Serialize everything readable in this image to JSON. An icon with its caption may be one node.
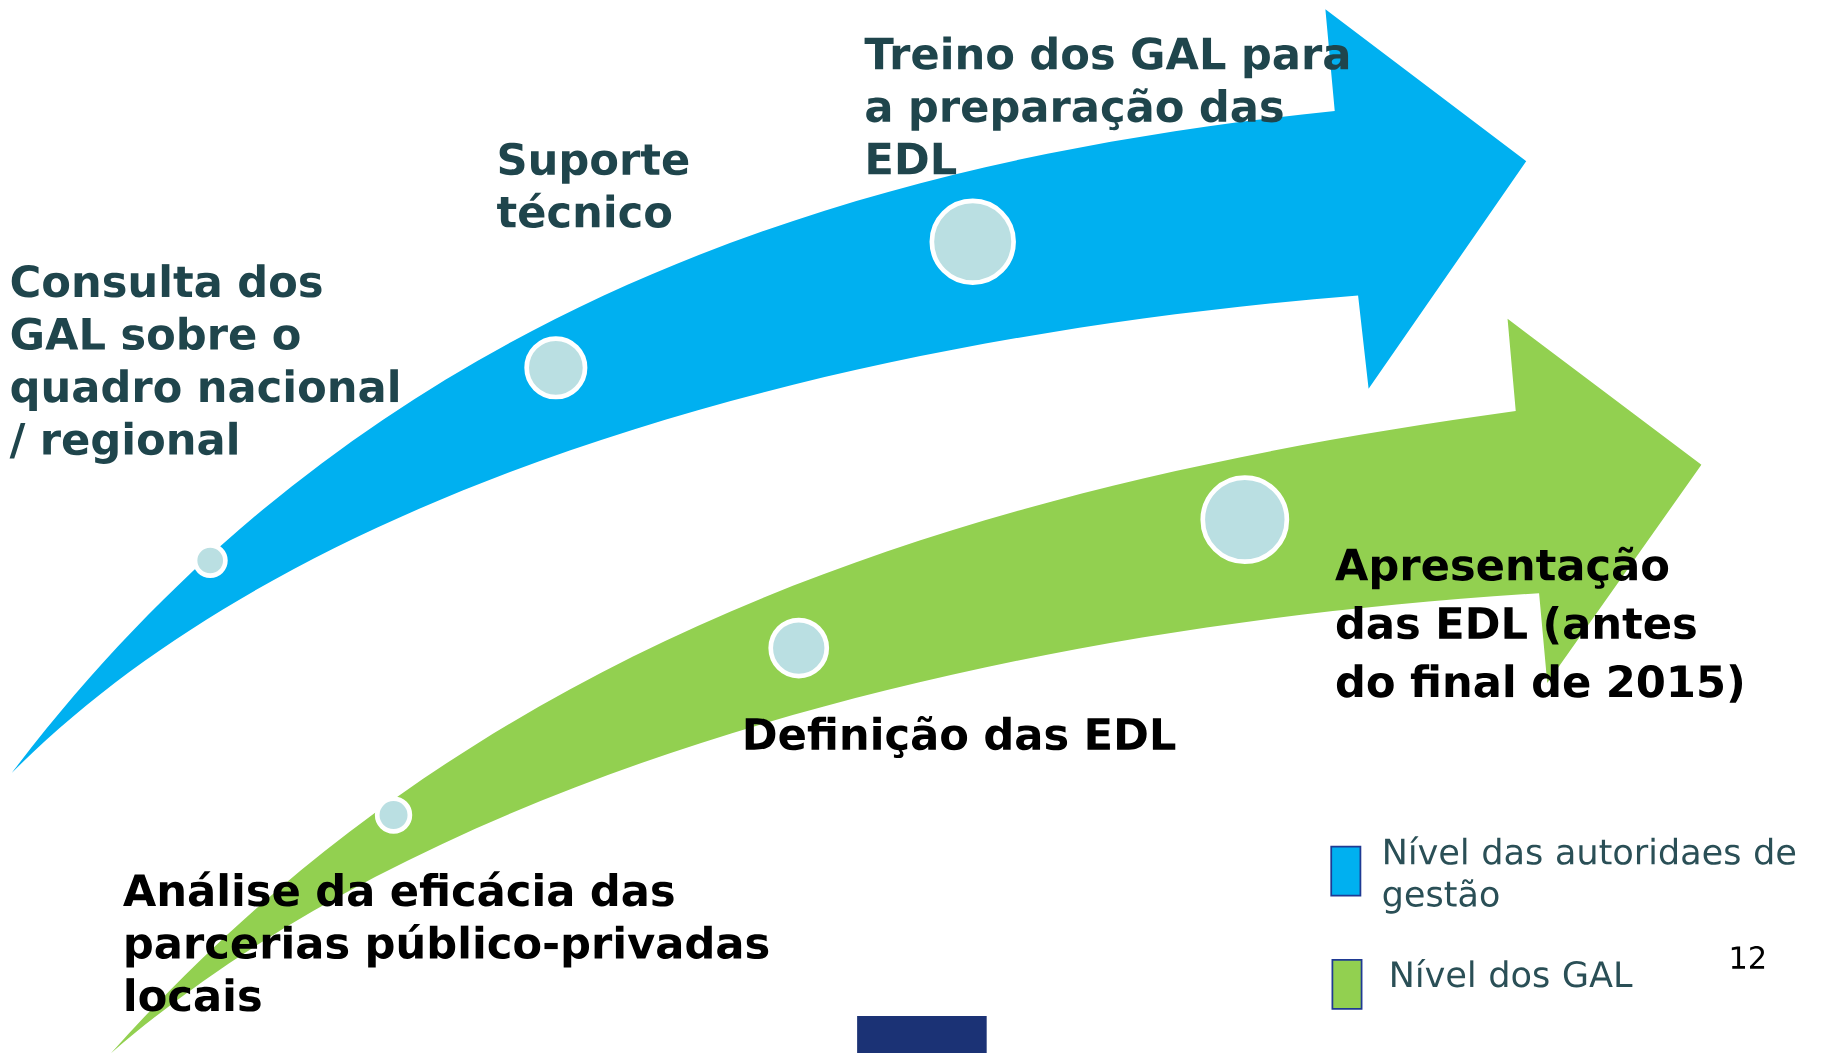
{
  "diagram": {
    "nodes": [
      {
        "text": [],
        "shape": "circle",
        "beside": [
          "Consulta dos GAL sobre o quadro nacional / regional"
        ]
      },
      {
        "text": [],
        "shape": "circle",
        "beside": [
          "Suporte técnico"
        ]
      },
      {
        "text": [],
        "shape": "circle",
        "beside": [
          "Treino dos GAL para a preparação das EDL"
        ]
      },
      {
        "text": [],
        "shape": "circle",
        "beside": [
          "Análise da eficácia das parcerias público-privadas locais"
        ]
      },
      {
        "text": [],
        "shape": "circle",
        "beside": [
          "Definição das EDL"
        ]
      },
      {
        "text": [],
        "shape": "circle",
        "beside": [
          "Apresentação das EDL (antes do final de 2015)"
        ]
      }
    ],
    "labels": [
      "12"
    ],
    "legend": [
      {
        "text": "Nível das autoridaes de gestão",
        "color": "#00b0f0"
      },
      {
        "text": "Nível dos GAL",
        "color": "#92d050"
      }
    ]
  }
}
